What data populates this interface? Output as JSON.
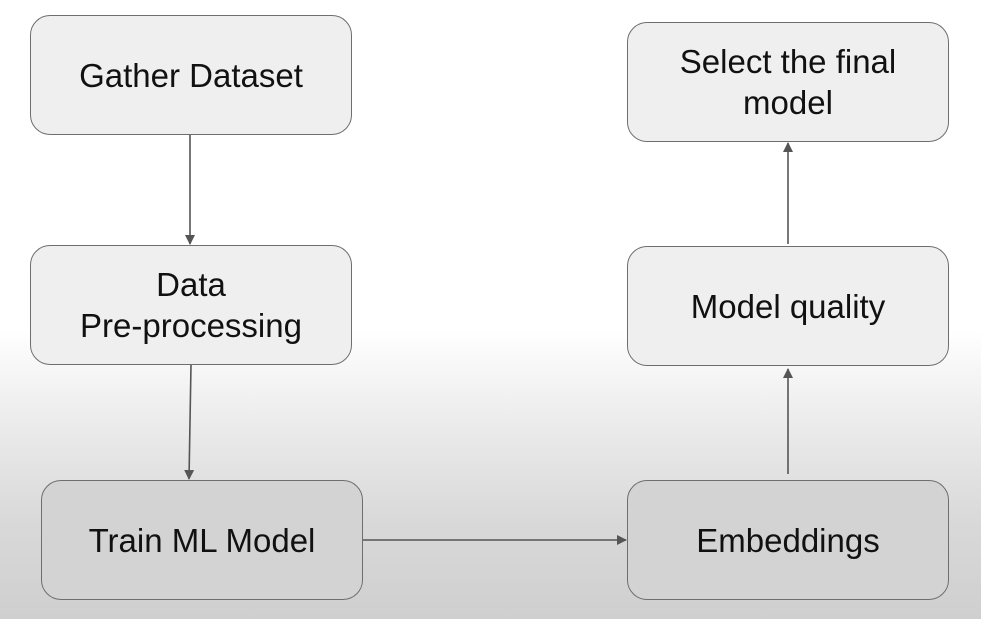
{
  "diagram": {
    "nodes": [
      {
        "id": "gather",
        "label": "Gather Dataset"
      },
      {
        "id": "prep",
        "label": "Data\nPre-processing"
      },
      {
        "id": "train",
        "label": "Train ML Model"
      },
      {
        "id": "embed",
        "label": "Embeddings"
      },
      {
        "id": "quality",
        "label": "Model quality"
      },
      {
        "id": "select",
        "label": "Select the final\nmodel"
      }
    ],
    "edges": [
      {
        "from": "gather",
        "to": "prep"
      },
      {
        "from": "prep",
        "to": "train"
      },
      {
        "from": "train",
        "to": "embed"
      },
      {
        "from": "embed",
        "to": "quality"
      },
      {
        "from": "quality",
        "to": "select"
      }
    ],
    "colors": {
      "light_box": "#efefef",
      "dark_box": "#d3d3d3",
      "border": "#6e6e6e",
      "arrow": "#555555",
      "text": "#111111"
    }
  }
}
